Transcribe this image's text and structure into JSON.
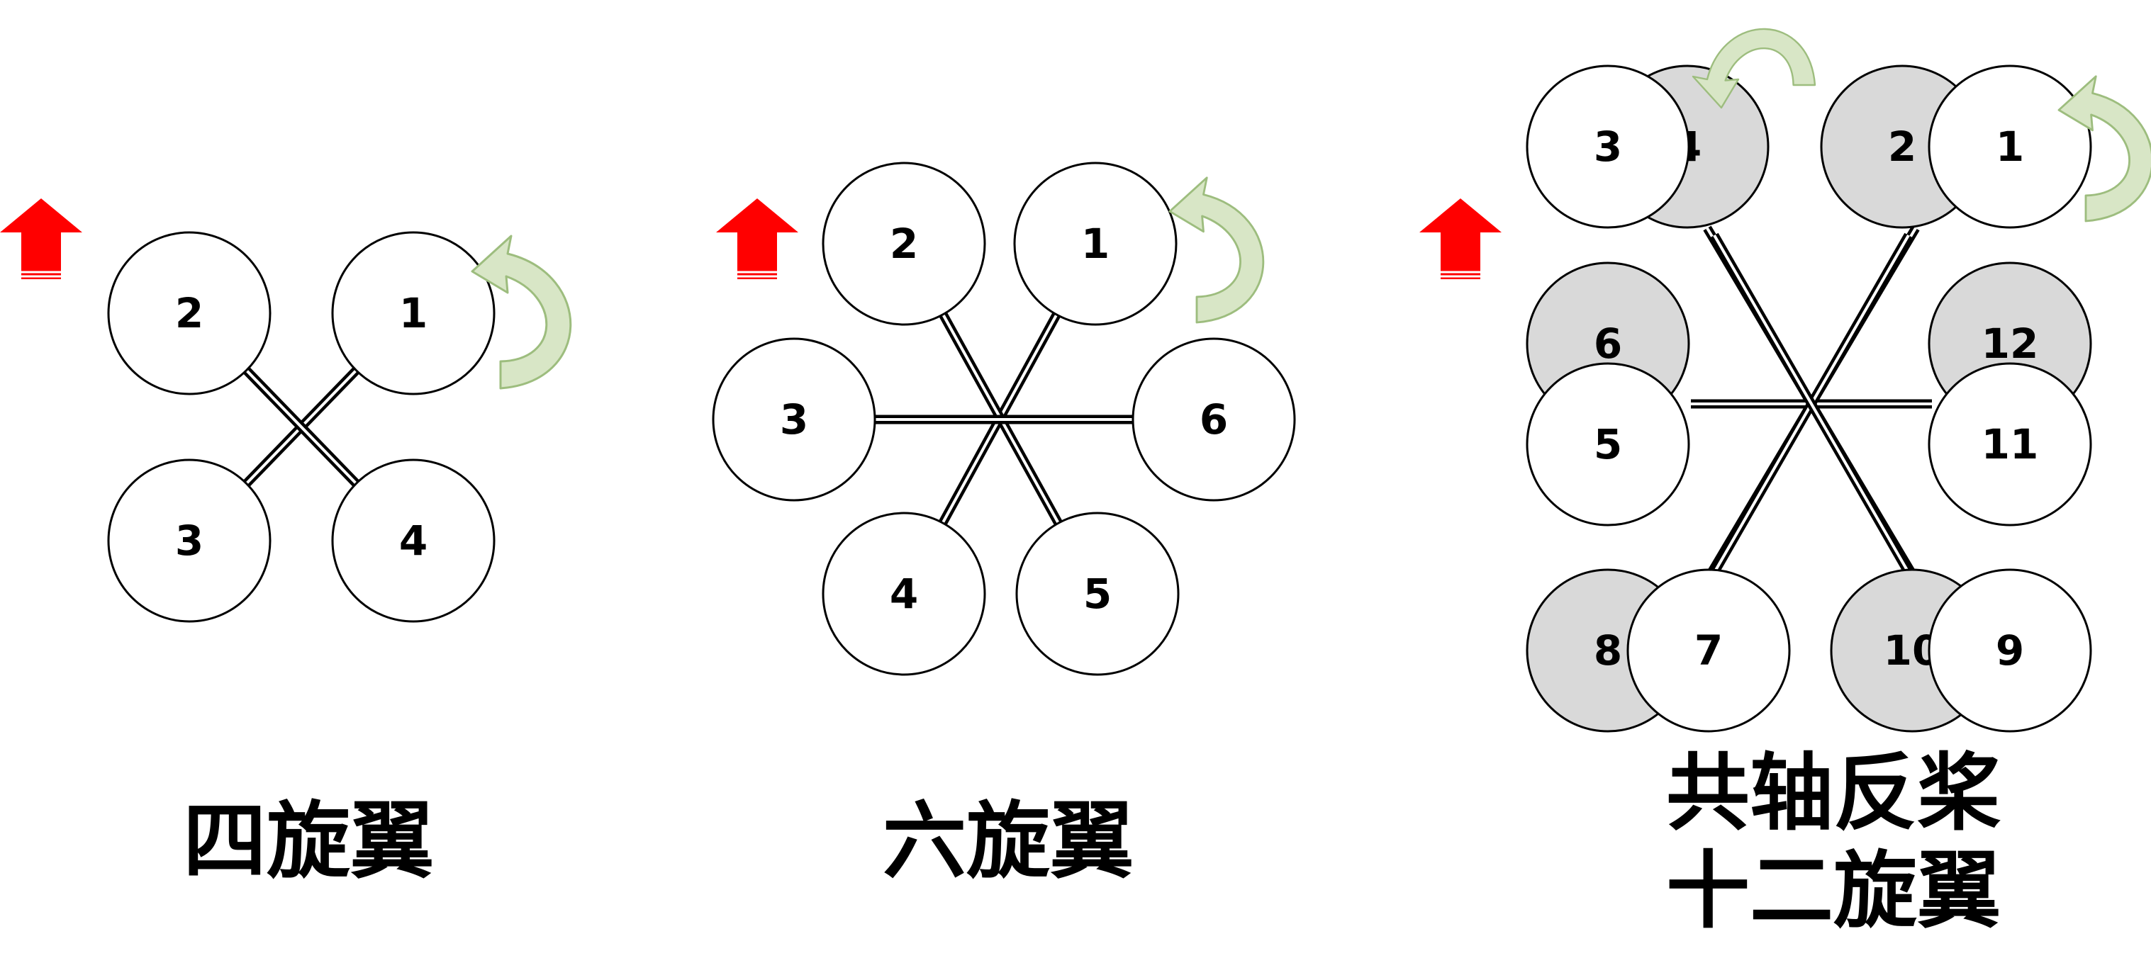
{
  "colors": {
    "rotor_fill_top": "#ffffff",
    "rotor_fill_bottom": "#d9d9d9",
    "outline": "#000000",
    "arm": "#000000",
    "forward_arrow": "#ff0000",
    "rotation_arrow": "#a9c98a"
  },
  "icons": {
    "forward_arrow": "red-up-arrow-icon",
    "rotation_arrow": "curved-rotation-arrow-icon"
  },
  "diagrams": [
    {
      "key": "quad",
      "caption_lines": [
        "四旋翼"
      ],
      "rotors": [
        {
          "label": "1",
          "layer": "top"
        },
        {
          "label": "2",
          "layer": "top"
        },
        {
          "label": "3",
          "layer": "top"
        },
        {
          "label": "4",
          "layer": "top"
        }
      ]
    },
    {
      "key": "hexa",
      "caption_lines": [
        "六旋翼"
      ],
      "rotors": [
        {
          "label": "1",
          "layer": "top"
        },
        {
          "label": "2",
          "layer": "top"
        },
        {
          "label": "3",
          "layer": "top"
        },
        {
          "label": "4",
          "layer": "top"
        },
        {
          "label": "5",
          "layer": "top"
        },
        {
          "label": "6",
          "layer": "top"
        }
      ]
    },
    {
      "key": "coax12",
      "caption_lines": [
        "共轴反桨",
        "十二旋翼"
      ],
      "rotors": [
        {
          "label": "1",
          "layer": "top"
        },
        {
          "label": "2",
          "layer": "bottom"
        },
        {
          "label": "3",
          "layer": "top"
        },
        {
          "label": "4",
          "layer": "bottom"
        },
        {
          "label": "5",
          "layer": "top"
        },
        {
          "label": "6",
          "layer": "bottom"
        },
        {
          "label": "7",
          "layer": "top"
        },
        {
          "label": "8",
          "layer": "bottom"
        },
        {
          "label": "9",
          "layer": "top"
        },
        {
          "label": "10",
          "layer": "bottom"
        },
        {
          "label": "11",
          "layer": "top"
        },
        {
          "label": "12",
          "layer": "bottom"
        }
      ]
    }
  ]
}
